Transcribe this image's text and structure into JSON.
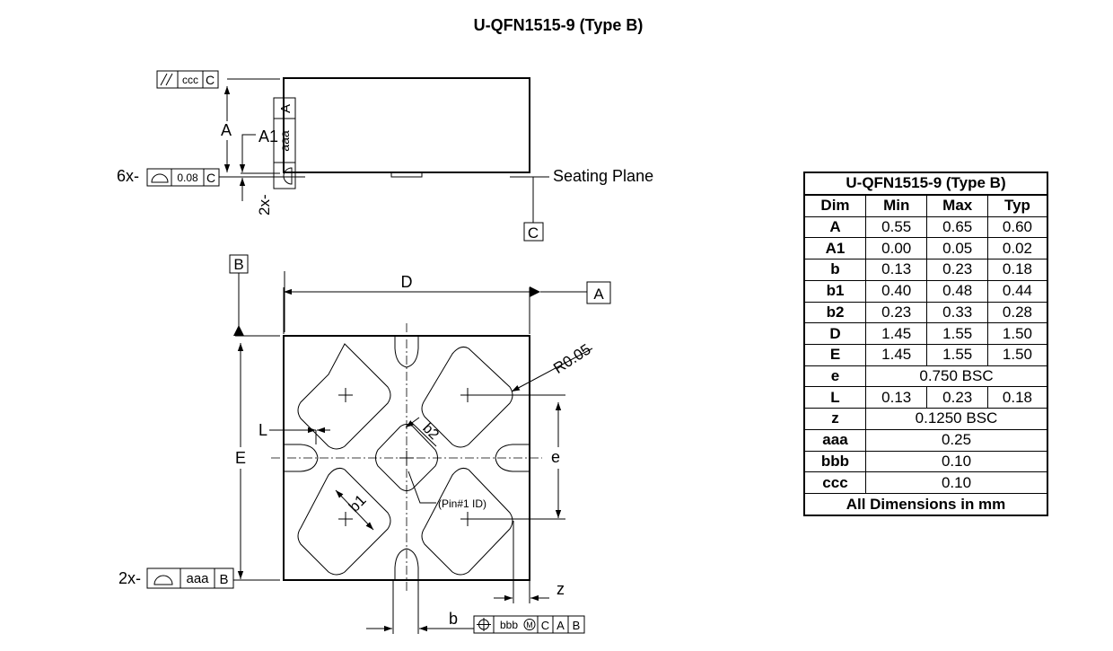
{
  "title": "U-QFN1515-9 (Type B)",
  "side_view": {
    "fcf_top": {
      "symbol": "//",
      "tol": "ccc",
      "datum": "C"
    },
    "fcf_bottom": {
      "prefix": "6x-",
      "tol": "0.08",
      "datum": "C"
    },
    "labels": {
      "A": "A",
      "A1": "A1",
      "seating_plane": "Seating Plane",
      "datum_c": "C"
    }
  },
  "bottom_view": {
    "labels": {
      "D": "D",
      "E": "E",
      "L": "L",
      "e": "e",
      "b": "b",
      "b1": "b1",
      "b2": "b2",
      "z": "z",
      "radius": "R0.05",
      "pin1": "(Pin#1 ID)",
      "datum_a": "A",
      "datum_b": "B"
    },
    "fcf_vert": {
      "prefix": "2x-",
      "tol": "aaa",
      "datum": "A"
    },
    "fcf_bottom": {
      "prefix": "2x-",
      "tol": "aaa",
      "datum": "B"
    },
    "fcf_position": {
      "tol": "bbb",
      "modifier": "M",
      "d1": "C",
      "d2": "A",
      "d3": "B"
    }
  },
  "table": {
    "title": "U-QFN1515-9 (Type B)",
    "headers": [
      "Dim",
      "Min",
      "Max",
      "Typ"
    ],
    "rows": [
      {
        "dim": "A",
        "min": "0.55",
        "max": "0.65",
        "typ": "0.60"
      },
      {
        "dim": "A1",
        "min": "0.00",
        "max": "0.05",
        "typ": "0.02"
      },
      {
        "dim": "b",
        "min": "0.13",
        "max": "0.23",
        "typ": "0.18"
      },
      {
        "dim": "b1",
        "min": "0.40",
        "max": "0.48",
        "typ": "0.44"
      },
      {
        "dim": "b2",
        "min": "0.23",
        "max": "0.33",
        "typ": "0.28"
      },
      {
        "dim": "D",
        "min": "1.45",
        "max": "1.55",
        "typ": "1.50"
      },
      {
        "dim": "E",
        "min": "1.45",
        "max": "1.55",
        "typ": "1.50"
      },
      {
        "dim": "e",
        "span": "0.750 BSC"
      },
      {
        "dim": "L",
        "min": "0.13",
        "max": "0.23",
        "typ": "0.18"
      },
      {
        "dim": "z",
        "span": "0.1250 BSC"
      },
      {
        "dim": "aaa",
        "span": "0.25"
      },
      {
        "dim": "bbb",
        "span": "0.10"
      },
      {
        "dim": "ccc",
        "span": "0.10"
      }
    ],
    "footer": "All Dimensions in mm"
  }
}
